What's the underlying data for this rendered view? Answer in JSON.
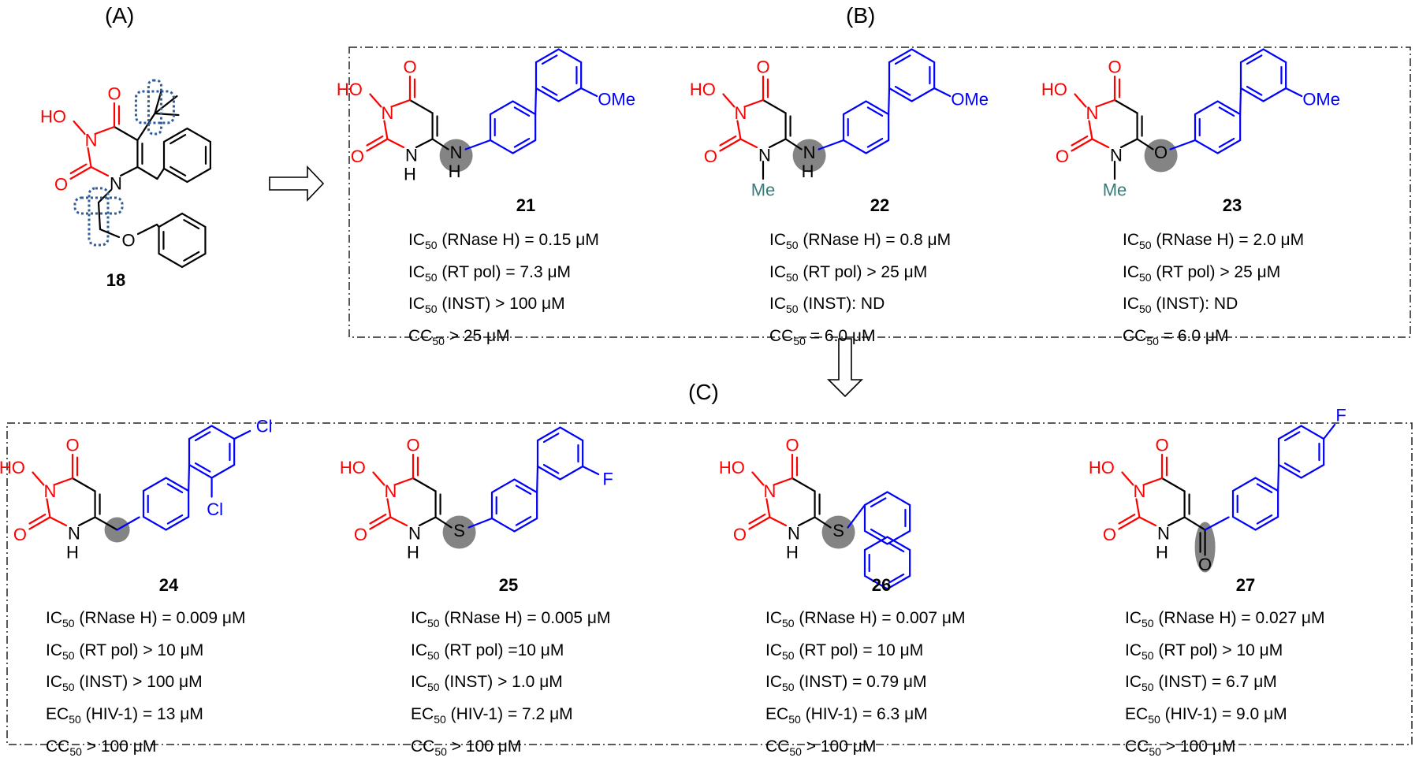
{
  "panels": {
    "a": "(A)",
    "b": "(B)",
    "c": "(C)"
  },
  "colors": {
    "scaffold": "#ff0000",
    "aryl": "#0000ff",
    "methyl": "#3a7a7a",
    "linker_highlight": "#6e6e6e",
    "cut_marker": "#2c5d9c",
    "bond": "#000000"
  },
  "atoms": {
    "ho": "HO",
    "o": "O",
    "n": "N",
    "nh_h": "H",
    "nh_n": "N",
    "me": "Me",
    "ome": "OMe",
    "f": "F",
    "cl": "Cl",
    "s": "S"
  },
  "compounds": {
    "c18": {
      "label": "18"
    },
    "c21": {
      "label": "21",
      "lines": [
        {
          "pre": "IC",
          "sub": "50",
          "post": " (RNase H) = 0.15 μM"
        },
        {
          "pre": "IC",
          "sub": "50",
          "post": " (RT pol) = 7.3 μM"
        },
        {
          "pre": "IC",
          "sub": "50",
          "post": " (INST) > 100 μM"
        },
        {
          "pre": "CC",
          "sub": "50",
          "post": " > 25 μM"
        }
      ]
    },
    "c22": {
      "label": "22",
      "lines": [
        {
          "pre": "IC",
          "sub": "50",
          "post": " (RNase H) = 0.8 μM"
        },
        {
          "pre": "IC",
          "sub": "50",
          "post": " (RT pol) > 25 μM"
        },
        {
          "pre": "IC",
          "sub": "50",
          "post": " (INST): ND"
        },
        {
          "pre": "CC",
          "sub": "50",
          "post": " = 6.0 μM"
        }
      ]
    },
    "c23": {
      "label": "23",
      "lines": [
        {
          "pre": "IC",
          "sub": "50",
          "post": " (RNase H) = 2.0 μM"
        },
        {
          "pre": "IC",
          "sub": "50",
          "post": " (RT pol) > 25 μM"
        },
        {
          "pre": "IC",
          "sub": "50",
          "post": " (INST): ND"
        },
        {
          "pre": "CC",
          "sub": "50",
          "post": " = 6.0 μM"
        }
      ]
    },
    "c24": {
      "label": "24",
      "lines": [
        {
          "pre": "IC",
          "sub": "50",
          "post": " (RNase H) = 0.009 μM"
        },
        {
          "pre": "IC",
          "sub": "50",
          "post": " (RT pol) > 10 μM"
        },
        {
          "pre": "IC",
          "sub": "50",
          "post": " (INST) > 100 μM"
        },
        {
          "pre": "EC",
          "sub": "50",
          "post": " (HIV-1) = 13 μM"
        },
        {
          "pre": "CC",
          "sub": "50",
          "post": " > 100 μM"
        }
      ]
    },
    "c25": {
      "label": "25",
      "lines": [
        {
          "pre": "IC",
          "sub": "50",
          "post": " (RNase H) = 0.005 μM"
        },
        {
          "pre": "IC",
          "sub": "50",
          "post": " (RT pol) =10 μM"
        },
        {
          "pre": "IC",
          "sub": "50",
          "post": " (INST) > 1.0 μM"
        },
        {
          "pre": "EC",
          "sub": "50",
          "post": " (HIV-1) = 7.2 μM"
        },
        {
          "pre": "CC",
          "sub": "50",
          "post": " > 100 μM"
        }
      ]
    },
    "c26": {
      "label": "26",
      "lines": [
        {
          "pre": "IC",
          "sub": "50",
          "post": " (RNase H) = 0.007 μM"
        },
        {
          "pre": "IC",
          "sub": "50",
          "post": " (RT pol) = 10 μM"
        },
        {
          "pre": "IC",
          "sub": "50",
          "post": " (INST) = 0.79 μM"
        },
        {
          "pre": "EC",
          "sub": "50",
          "post": " (HIV-1) = 6.3 μM"
        },
        {
          "pre": "CC",
          "sub": "50",
          "post": " > 100 μM"
        }
      ]
    },
    "c27": {
      "label": "27",
      "lines": [
        {
          "pre": "IC",
          "sub": "50",
          "post": " (RNase H) = 0.027 μM"
        },
        {
          "pre": "IC",
          "sub": "50",
          "post": " (RT pol) > 10 μM"
        },
        {
          "pre": "IC",
          "sub": "50",
          "post": " (INST) = 6.7 μM"
        },
        {
          "pre": "EC",
          "sub": "50",
          "post": " (HIV-1) = 9.0 μM"
        },
        {
          "pre": "CC",
          "sub": "50",
          "post": " > 100 μM"
        }
      ]
    }
  }
}
